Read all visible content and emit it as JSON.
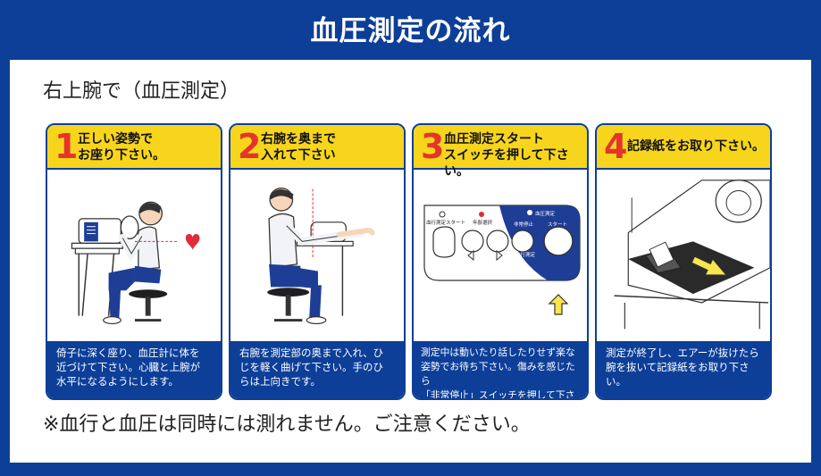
{
  "title": "血圧測定の流れ",
  "subtitle": "右上腕で（血圧測定）",
  "steps": [
    {
      "number": "1",
      "heading": "正しい姿勢で\nお座り下さい。",
      "description": "倚子に深く座り、血圧計に体を\n近づけて下さい。心臓と上腕が\n水平になるようにします。"
    },
    {
      "number": "2",
      "heading": "右腕を奥まで\n入れて下さい",
      "description": "右腕を測定部の奥まで入れ、ひ\nじを軽く曲げて下さい。手のひ\nらは上向きです。"
    },
    {
      "number": "3",
      "heading": "血圧測定スタート\nスイッチを押して下さい。",
      "description": "測定中は動いたり話したりせず楽な\n姿勢でお待ち下さい。傷みを感じたら\n「非常停止」スイッチを押して下さい。",
      "panel_labels": {
        "blood_flow_start": "血行測定スタート",
        "age_select": "年齢選択",
        "emergency_stop": "非常停止",
        "bp_measure": "血圧測定",
        "start": "スタート",
        "bf_measure_stop": "血行測定\n停止"
      }
    },
    {
      "number": "4",
      "heading": "記録紙をお取り下さい。",
      "description": "測定が終了し、エアーが抜けたら\n腕を抜いて記録紙をお取り下さい。"
    }
  ],
  "footnote": "※血行と血圧は同時には測れません。ご注意ください。",
  "colors": {
    "frame": "#0d3f98",
    "header_yellow": "#f7d51d",
    "step_number_red": "#e3362a",
    "shirt": "#f1f3f6",
    "pants": "#1e3e95",
    "skin": "#f6d6b8",
    "arrow_yellow": "#f7e64e",
    "heart": "#e02b38"
  }
}
